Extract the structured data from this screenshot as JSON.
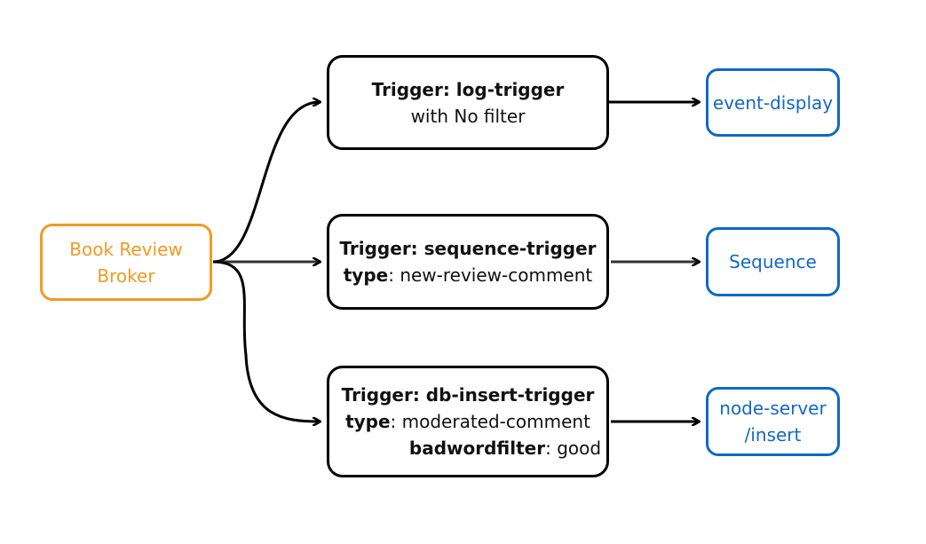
{
  "broker": {
    "line1": "Book Review",
    "line2": "Broker"
  },
  "triggers": [
    {
      "title": "Trigger: log-trigger",
      "detail": "with No filter"
    },
    {
      "title": "Trigger: sequence-trigger",
      "filter_key": "type",
      "filter_value": ": new-review-comment"
    },
    {
      "title": "Trigger: db-insert-trigger",
      "filter_key": "type",
      "filter_value": ": moderated-comment",
      "filter2_key": "badwordfilter",
      "filter2_value": ": good"
    }
  ],
  "sinks": [
    {
      "line1": "event-display"
    },
    {
      "line1": "Sequence"
    },
    {
      "line1": "node-server",
      "line2": "/insert"
    }
  ],
  "colors": {
    "broker": "#F19A22",
    "sink": "#1168C4",
    "trigger": "#000000",
    "arrow": "#000000"
  }
}
